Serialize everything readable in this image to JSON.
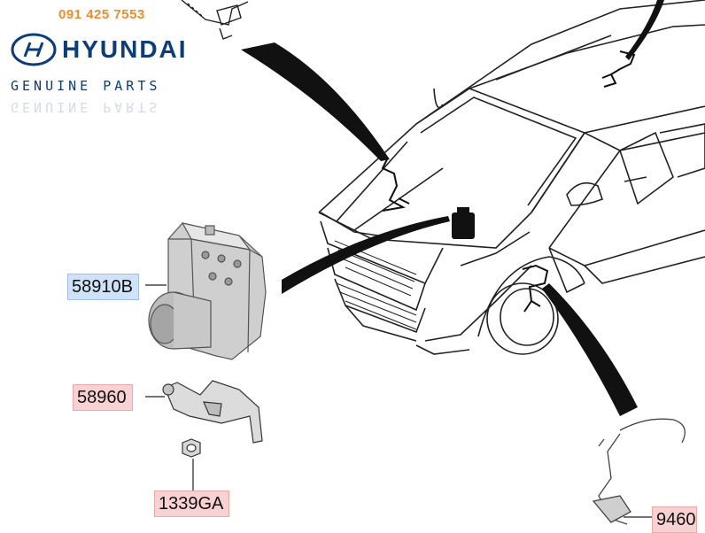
{
  "header": {
    "phone": "091 425 7553",
    "brand": "HYUNDAI",
    "brand_tagline": "GENUINE PARTS"
  },
  "parts": [
    {
      "code": "58910B",
      "color": "#cfe2f7"
    },
    {
      "code": "58960",
      "color": "#f8d2d2"
    },
    {
      "code": "1339GA",
      "color": "#f8d2d2"
    },
    {
      "code": "9460",
      "color": "#f8d2d2"
    }
  ],
  "colors": {
    "brand_blue": "#0a3d7a",
    "phone_orange": "#f28b2a"
  }
}
